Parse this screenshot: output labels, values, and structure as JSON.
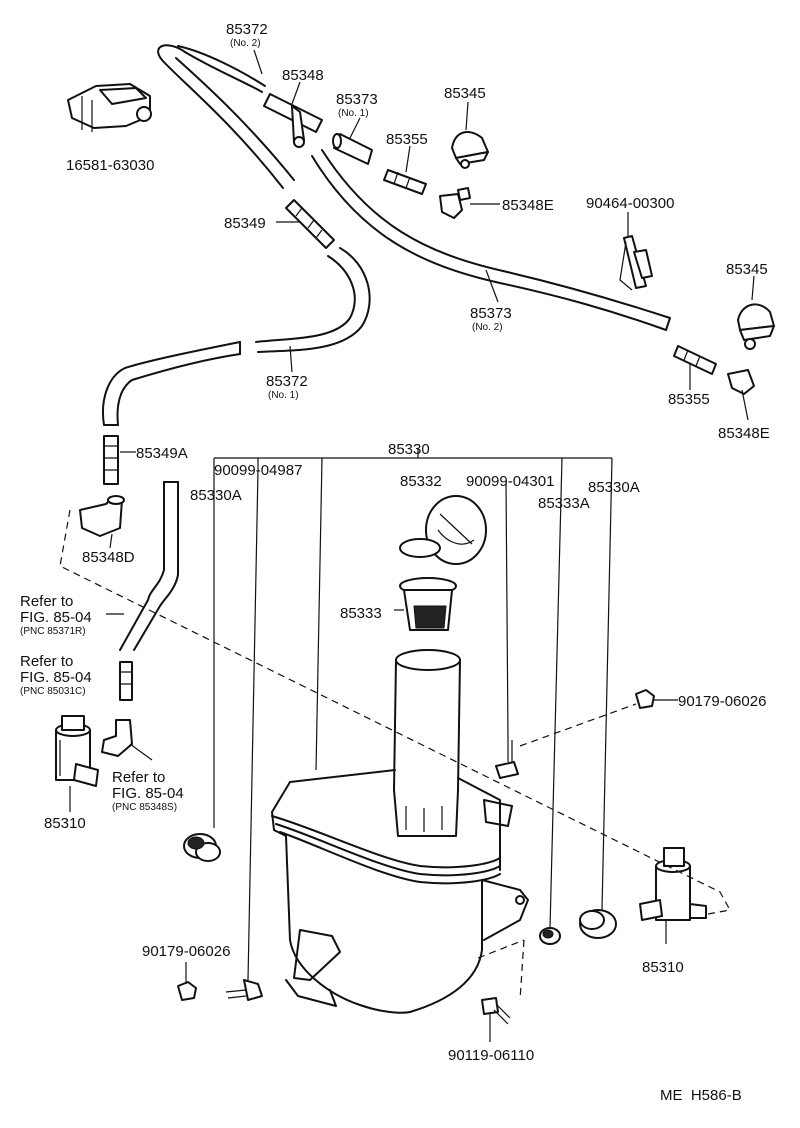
{
  "parts": {
    "hose_85372_top": "85372",
    "hose_85372_top_sub": "(No. 2)",
    "bracket_16581": "16581-63030",
    "joint_85348": "85348",
    "hose_85373_no1": "85373",
    "hose_85373_no1_sub": "(No. 1)",
    "nozzle_85345_top": "85345",
    "check_valve_85355_top": "85355",
    "elbow_85348E_top": "85348E",
    "clip_90464": "90464-00300",
    "joint_85349": "85349",
    "nozzle_85345_right": "85345",
    "hose_85373_no2": "85373",
    "hose_85373_no2_sub": "(No. 2)",
    "hose_85372_mid": "85372",
    "hose_85372_mid_sub": "(No. 1)",
    "check_valve_85355_right": "85355",
    "elbow_85348E_right": "85348E",
    "joint_85349A": "85349A",
    "tank_85330": "85330",
    "screw_90099_04987": "90099-04987",
    "cap_85332": "85332",
    "screw_90099_04301": "90099-04301",
    "grommet_85330A_left": "85330A",
    "grommet_85333A": "85333A",
    "grommet_85330A_right": "85330A",
    "elbow_85348D": "85348D",
    "strainer_85333": "85333",
    "nut_90179_right": "90179-06026",
    "pump_85310_left": "85310",
    "pump_85310_right": "85310",
    "nut_90179_bottom": "90179-06026",
    "bolt_90119": "90119-06110"
  },
  "refs": [
    {
      "line1": "Refer to",
      "line2": "FIG. 85-04",
      "pnc": "(PNC 85371R)"
    },
    {
      "line1": "Refer to",
      "line2": "FIG. 85-04",
      "pnc": "(PNC 85031C)"
    },
    {
      "line1": "Refer to",
      "line2": "FIG. 85-04",
      "pnc": "(PNC 85348S)"
    }
  ],
  "footer": {
    "code": "ME  H586-B"
  }
}
